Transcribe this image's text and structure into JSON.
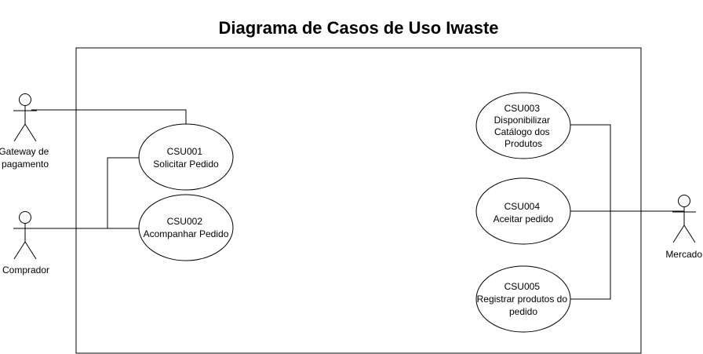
{
  "title": "Diagrama de Casos de Uso Iwaste",
  "actors": [
    {
      "id": "gateway",
      "lines": [
        "Gateway de",
        "pagamento"
      ]
    },
    {
      "id": "comprador",
      "lines": [
        "Comprador"
      ]
    },
    {
      "id": "mercado",
      "lines": [
        "Mercado"
      ]
    }
  ],
  "use_cases": [
    {
      "id": "csu001",
      "lines": [
        "CSU001",
        "Solicitar Pedido"
      ]
    },
    {
      "id": "csu002",
      "lines": [
        "CSU002",
        "Acompanhar Pedido"
      ]
    },
    {
      "id": "csu003",
      "lines": [
        "CSU003",
        "Disponibilizar",
        "Catálogo dos",
        "Produtos"
      ]
    },
    {
      "id": "csu004",
      "lines": [
        "CSU004",
        "Aceitar pedido"
      ]
    },
    {
      "id": "csu005",
      "lines": [
        "CSU005",
        "Registrar produtos do",
        "pedido"
      ]
    }
  ],
  "colors": {
    "stroke": "#000000",
    "background": "#ffffff"
  }
}
